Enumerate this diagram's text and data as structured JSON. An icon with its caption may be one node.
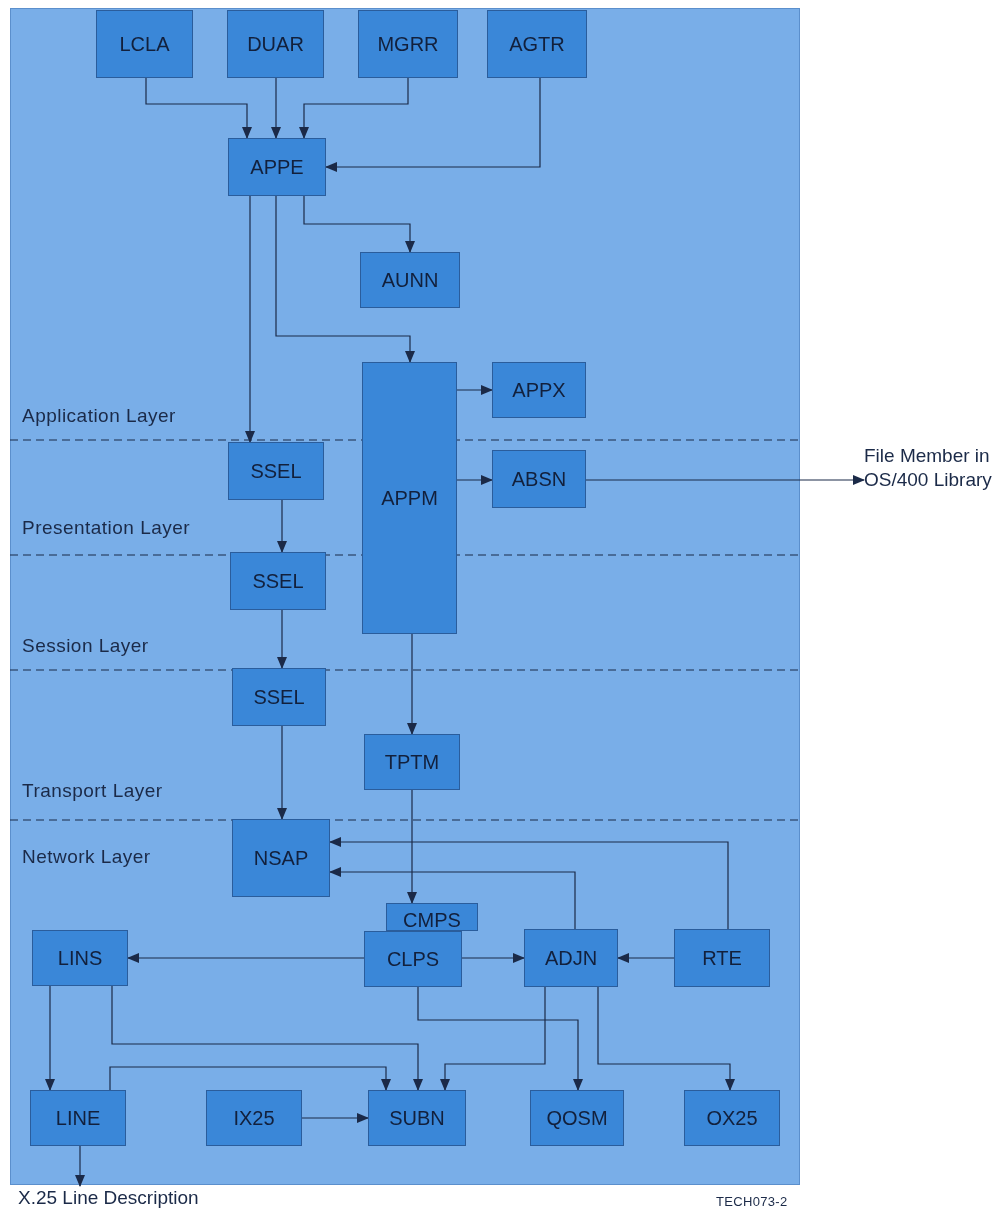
{
  "diagram": {
    "nodes": [
      {
        "text": [
          "LCLA"
        ]
      },
      {
        "text": [
          "DUAR"
        ]
      },
      {
        "text": [
          "MGRR"
        ]
      },
      {
        "text": [
          "AGTR"
        ]
      },
      {
        "text": [
          "APPE"
        ]
      },
      {
        "text": [
          "AUNN"
        ]
      },
      {
        "text": [
          "APPM"
        ]
      },
      {
        "text": [
          "APPX"
        ]
      },
      {
        "text": [
          "SSEL"
        ]
      },
      {
        "text": [
          "ABSN"
        ]
      },
      {
        "text": [
          "File Member in OS/400 Library"
        ]
      },
      {
        "text": [
          "SSEL"
        ]
      },
      {
        "text": [
          "SSEL"
        ]
      },
      {
        "text": [
          "TPTM"
        ]
      },
      {
        "text": [
          "NSAP"
        ]
      },
      {
        "text": [
          "CMPS"
        ]
      },
      {
        "text": [
          "CLPS"
        ]
      },
      {
        "text": [
          "LINS"
        ]
      },
      {
        "text": [
          "ADJN"
        ]
      },
      {
        "text": [
          "RTE"
        ]
      },
      {
        "text": [
          "LINE"
        ]
      },
      {
        "text": [
          "IX25"
        ]
      },
      {
        "text": [
          "SUBN"
        ]
      },
      {
        "text": [
          "QOSM"
        ]
      },
      {
        "text": [
          "OX25"
        ]
      },
      {
        "text": [
          "X.25 Line Description"
        ]
      }
    ],
    "edges": [
      {
        "from": 0,
        "to": 4,
        "arrow": "to"
      },
      {
        "from": 1,
        "to": 4,
        "arrow": "to"
      },
      {
        "from": 2,
        "to": 4,
        "arrow": "to"
      },
      {
        "from": 3,
        "to": 4,
        "arrow": "to"
      },
      {
        "from": 4,
        "to": 5,
        "arrow": "to"
      },
      {
        "from": 4,
        "to": 6,
        "arrow": "to"
      },
      {
        "from": 4,
        "to": 8,
        "arrow": "to"
      },
      {
        "from": 6,
        "to": 7,
        "arrow": "to"
      },
      {
        "from": 6,
        "to": 9,
        "arrow": "to"
      },
      {
        "from": 9,
        "to": 10,
        "arrow": "to"
      },
      {
        "from": 8,
        "to": 11,
        "arrow": "to"
      },
      {
        "from": 11,
        "to": 12,
        "arrow": "to"
      },
      {
        "from": 12,
        "to": 14,
        "arrow": "to"
      },
      {
        "from": 6,
        "to": 13,
        "arrow": "to"
      },
      {
        "from": 13,
        "to": 15,
        "arrow": "to"
      },
      {
        "from": 18,
        "to": 14,
        "arrow": "to"
      },
      {
        "from": 19,
        "to": 14,
        "arrow": "to"
      },
      {
        "from": 16,
        "to": 17,
        "arrow": "to"
      },
      {
        "from": 16,
        "to": 18,
        "arrow": "to"
      },
      {
        "from": 19,
        "to": 18,
        "arrow": "to"
      },
      {
        "from": 17,
        "to": 20,
        "arrow": "to"
      },
      {
        "from": 17,
        "to": 22,
        "arrow": "to"
      },
      {
        "from": 20,
        "to": 22,
        "arrow": "to"
      },
      {
        "from": 18,
        "to": 22,
        "arrow": "to"
      },
      {
        "from": 16,
        "to": 23,
        "arrow": "to"
      },
      {
        "from": 18,
        "to": 24,
        "arrow": "to"
      },
      {
        "from": 21,
        "to": 22,
        "arrow": "to"
      },
      {
        "from": 20,
        "to": 25,
        "arrow": "to"
      }
    ],
    "labels": [
      "Application Layer",
      "Presentation Layer",
      "Session Layer",
      "Transport Layer",
      "Network Layer",
      "TECH073-2"
    ]
  }
}
